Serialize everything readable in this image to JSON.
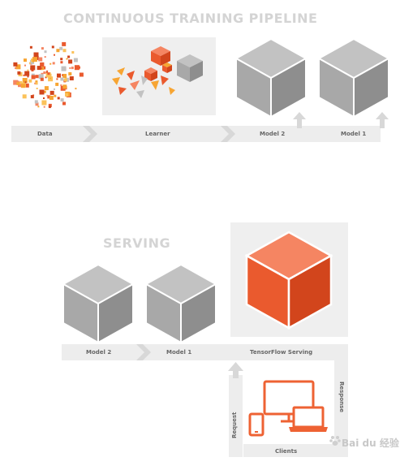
{
  "training": {
    "title": "CONTINUOUS TRAINING PIPELINE",
    "labels": {
      "data": "Data",
      "learner": "Learner",
      "model2": "Model 2",
      "model1": "Model 1"
    }
  },
  "serving": {
    "title": "SERVING",
    "labels": {
      "model2": "Model 2",
      "model1": "Model 1",
      "tfs": "TensorFlow Serving",
      "response": "Response",
      "request": "Request",
      "clients": "Clients"
    }
  },
  "watermark": {
    "text": "Bai du 经验"
  },
  "colors": {
    "cube_top": "#c2c2c2",
    "cube_left": "#a8a8a8",
    "cube_right": "#8e8e8e",
    "tfs_top": "#f58562",
    "tfs_left": "#ea5a2e",
    "tfs_right": "#d2451c",
    "flow_band": "#ededed",
    "flow_arrow": "#dcdcdc",
    "devices": "#ee6233"
  },
  "icons": [
    "data-pixels-icon",
    "learner-cubes-icon",
    "model-cube-icon",
    "tensorflow-serving-cube-icon",
    "devices-icon",
    "baidu-paw-icon"
  ]
}
